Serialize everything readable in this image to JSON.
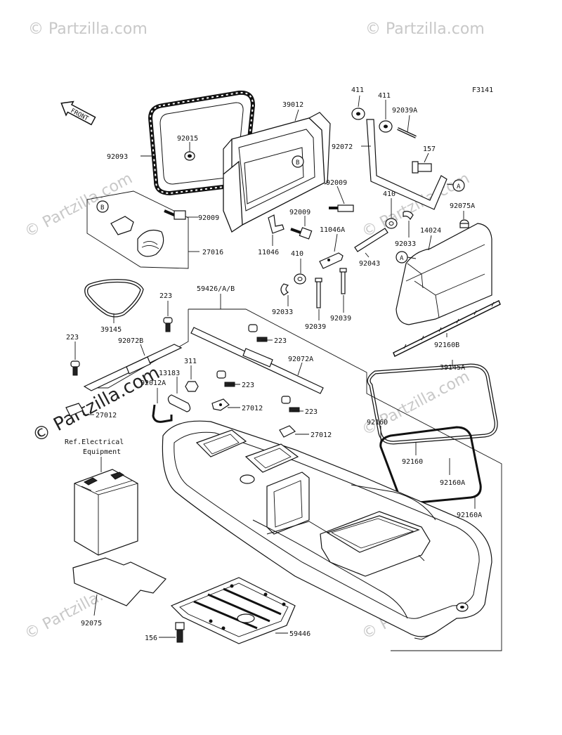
{
  "diagram": {
    "figure_code": "F3141",
    "front_tag": "FRONT",
    "ref_text_line1": "Ref.Electrical",
    "ref_text_line2": "Equipment",
    "watermark": "© Partzilla.com",
    "callouts": {
      "A": "A",
      "B": "B"
    },
    "part_labels": {
      "p39012": "39012",
      "p92015": "92015",
      "p92093": "92093",
      "p92009a": "92009",
      "p92009b": "92009",
      "p92009c": "92009",
      "p27016": "27016",
      "p11046": "11046",
      "p11046A": "11046A",
      "p410a": "410",
      "p410b": "410",
      "p411a": "411",
      "p411b": "411",
      "p92039A": "92039A",
      "p92072": "92072",
      "p157": "157",
      "p92075A": "92075A",
      "p92033a": "92033",
      "p92033b": "92033",
      "p14024": "14024",
      "p92043": "92043",
      "p92039a": "92039",
      "p92039b": "92039",
      "p59426": "59426/A/B",
      "p223a": "223",
      "p223b": "223",
      "p223c": "223",
      "p223d": "223",
      "p223e": "223",
      "p39145": "39145",
      "p92072B": "92072B",
      "p311": "311",
      "p13183": "13183",
      "p92072A": "92072A",
      "p92160B": "92160B",
      "p39145A": "39145A",
      "p27012a": "27012",
      "p27012b": "27012",
      "p27012c": "27012",
      "p92012A": "92012A",
      "p92160a": "92160",
      "p92160b": "92160",
      "p92160Aa": "92160A",
      "p92160Ab": "92160A",
      "p92075": "92075",
      "p156": "156",
      "p59446": "59446"
    }
  }
}
